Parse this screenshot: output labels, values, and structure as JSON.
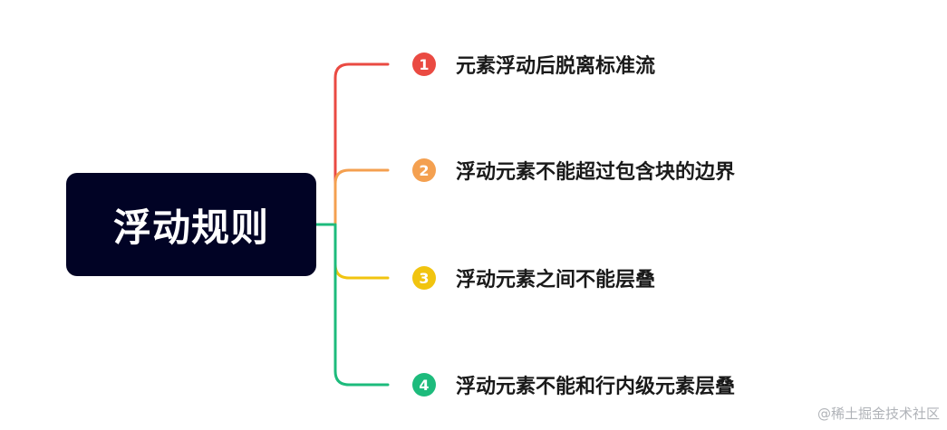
{
  "root": {
    "title": "浮动规则"
  },
  "branches": [
    {
      "number": "1",
      "text": "元素浮动后脱离标准流",
      "color": "#ea4a42"
    },
    {
      "number": "2",
      "text": "浮动元素不能超过包含块的边界",
      "color": "#f4a050"
    },
    {
      "number": "3",
      "text": "浮动元素之间不能层叠",
      "color": "#f1c40f"
    },
    {
      "number": "4",
      "text": "浮动元素不能和行内级元素层叠",
      "color": "#1dbb7c"
    }
  ],
  "connector_color": "#1dbb7c",
  "watermark": "@稀土掘金技术社区"
}
